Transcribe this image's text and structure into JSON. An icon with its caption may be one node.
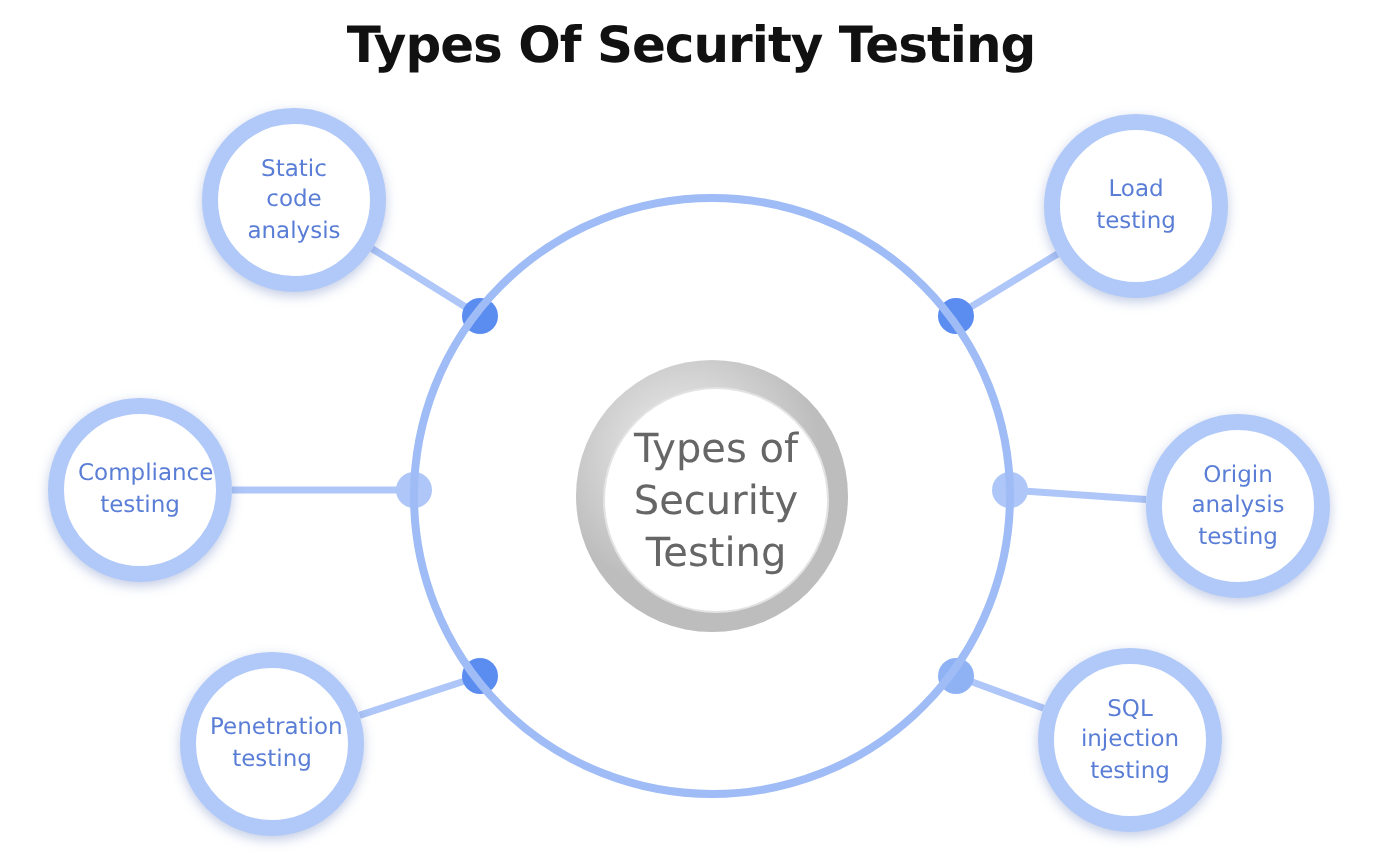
{
  "diagram": {
    "title": "Types Of Security Testing",
    "nodes": [
      {
        "text": [
          "Types of Security Testing"
        ]
      },
      {
        "text": [
          "Static code analysis"
        ]
      },
      {
        "text": [
          "Compliance testing"
        ]
      },
      {
        "text": [
          "Penetration testing"
        ]
      },
      {
        "text": [
          "Load testing"
        ]
      },
      {
        "text": [
          "Origin analysis testing"
        ]
      },
      {
        "text": [
          "SQL injection testing"
        ]
      }
    ],
    "edges": [
      {
        "from": 0,
        "to": 1,
        "arrow": "other"
      },
      {
        "from": 0,
        "to": 2,
        "arrow": "other"
      },
      {
        "from": 0,
        "to": 3,
        "arrow": "other"
      },
      {
        "from": 0,
        "to": 4,
        "arrow": "other"
      },
      {
        "from": 0,
        "to": 5,
        "arrow": "other"
      },
      {
        "from": 0,
        "to": 6,
        "arrow": "other"
      }
    ]
  }
}
